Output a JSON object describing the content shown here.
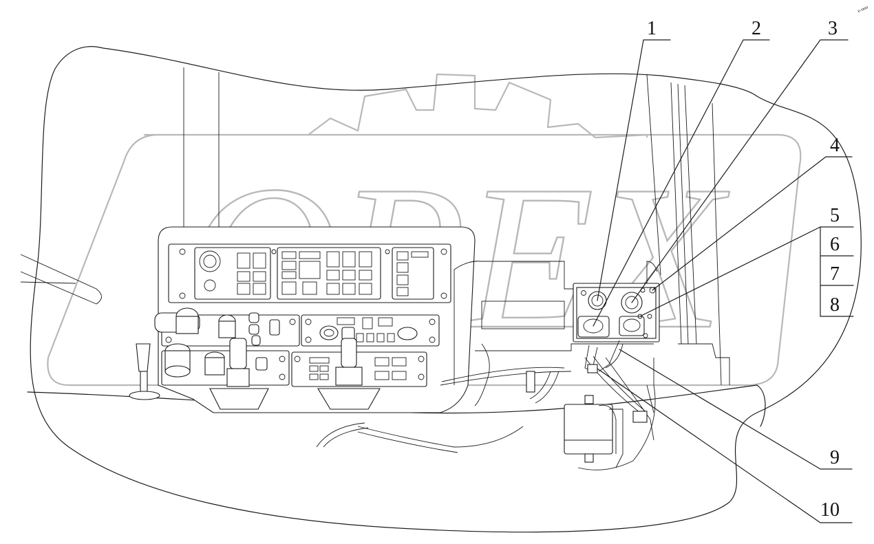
{
  "diagram": {
    "callouts": [
      {
        "id": "1",
        "label": "1"
      },
      {
        "id": "2",
        "label": "2"
      },
      {
        "id": "3",
        "label": "3"
      },
      {
        "id": "4",
        "label": "4"
      },
      {
        "id": "5",
        "label": "5"
      },
      {
        "id": "6",
        "label": "6"
      },
      {
        "id": "7",
        "label": "7"
      },
      {
        "id": "8",
        "label": "8"
      },
      {
        "id": "9",
        "label": "9"
      },
      {
        "id": "10",
        "label": "10"
      }
    ],
    "watermark": "OPEX",
    "corner_mark": "e-ooo"
  }
}
